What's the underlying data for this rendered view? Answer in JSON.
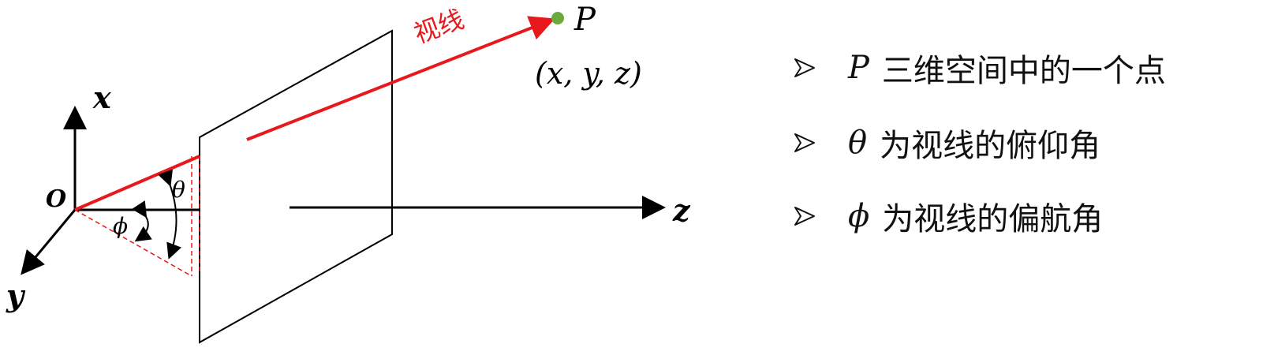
{
  "diagram": {
    "labels": {
      "origin": "O",
      "x_axis": "x",
      "y_axis": "y",
      "z_axis": "z",
      "point": "P",
      "point_coords": "(x, y, z)",
      "sight_line": "视线",
      "theta": "θ",
      "phi": "ϕ"
    },
    "colors": {
      "sight_line": "#e8191c",
      "point": "#6aaa3c",
      "axes": "#000000",
      "dashed": "#e8191c"
    }
  },
  "bullets": [
    {
      "symbol": "P",
      "text": "三维空间中的一个点",
      "icon": "arrowhead-bullet-icon"
    },
    {
      "symbol": "θ",
      "text": "为视线的俯仰角",
      "icon": "arrowhead-bullet-icon"
    },
    {
      "symbol": "ϕ",
      "text": "为视线的偏航角",
      "icon": "arrowhead-bullet-icon"
    }
  ]
}
